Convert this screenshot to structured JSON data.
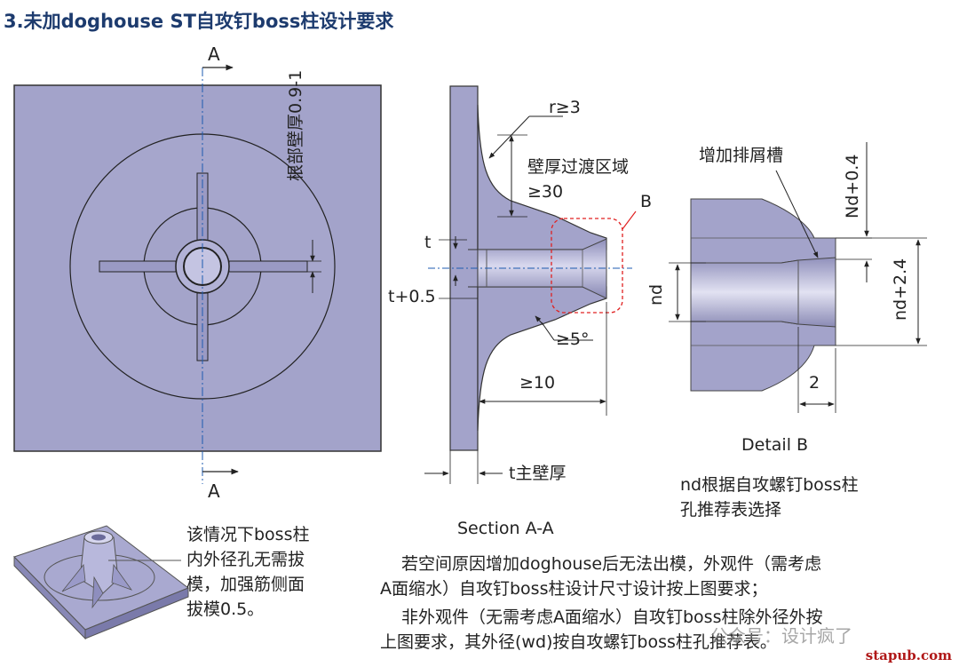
{
  "title": "3.未加doghouse ST自攻钉boss柱设计要求",
  "front_view": {
    "section_marker_top": "A",
    "section_marker_bottom": "A",
    "root_thickness": "根部壁厚0.9-1"
  },
  "section_view": {
    "caption": "Section A-A",
    "radius": "r≥3",
    "transition_zone": "壁厚过渡区域",
    "transition_min": "≥30",
    "detail_marker": "B",
    "t": "t",
    "t_plus": "t+0.5",
    "draft_angle": "≥5°",
    "min_length": "≥10",
    "main_wall": "t主壁厚"
  },
  "detail_view": {
    "caption": "Detail B",
    "chip_groove": "增加排屑槽",
    "nd_plus_04": "Nd+0.4",
    "nd": "nd",
    "nd_plus_24": "nd+2.4",
    "depth": "2",
    "note_line1": "nd根据自攻螺钉boss柱",
    "note_line2": "孔推荐表选择"
  },
  "iso_note": {
    "line1": "该情况下boss柱",
    "line2": "内外径孔无需拔",
    "line3": "模，加强筋侧面",
    "line4": "拔模0.5。"
  },
  "bottom_text": {
    "line1": "若空间原因增加doghouse后无法出模，外观件（需考虑",
    "line2": "A面缩水）自攻钉boss柱设计尺寸设计按上图要求；",
    "line3": "非外观件（无需考虑A面缩水）自攻钉boss柱除外径外按",
    "line4": "上图要求，其外径(wd)按自攻螺钉boss柱孔推荐表。"
  },
  "watermark": "公众号：设计疯了",
  "site": "stapub.com",
  "colors": {
    "part_fill": "#a3a3ca",
    "title": "#1d3b6e",
    "detail_circle": "#e02020",
    "site": "#b01818"
  }
}
